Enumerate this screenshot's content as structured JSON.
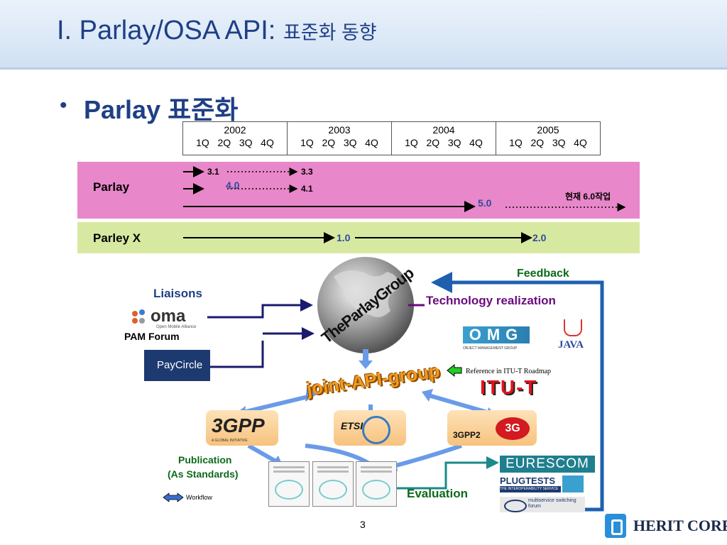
{
  "slide": {
    "title": "I. Parlay/OSA API: ",
    "title_ko": "표준화 동향",
    "bullet": "Parlay 표준화",
    "page_number": "3"
  },
  "timeline": {
    "years": [
      {
        "year": "2002",
        "quarters": "1Q   2Q   3Q   4Q"
      },
      {
        "year": "2003",
        "quarters": "1Q   2Q   3Q   4Q"
      },
      {
        "year": "2004",
        "quarters": "1Q   2Q   3Q   4Q"
      },
      {
        "year": "2005",
        "quarters": "1Q   2Q   3Q   4Q"
      }
    ]
  },
  "parlay": {
    "label": "Parlay",
    "versions": [
      "3.1",
      "3.3",
      "4.0",
      "4.1",
      "5.0"
    ],
    "current_work": "현재 6.0작업"
  },
  "parlay_x": {
    "label": "Parley X",
    "versions": [
      "1.0",
      "2.0"
    ]
  },
  "diagram": {
    "feedback": "Feedback",
    "liaisons": "Liaisons",
    "pam_forum": "PAM Forum",
    "tech_realization": "Technology realization",
    "globe_text": "TheParlayGroup",
    "joint_api_group": "joint-API-group",
    "itu_reference": "Reference in ITU-T Roadmap",
    "itu_logo": "ITU-T",
    "gpp2_label": "3GPP2",
    "publication": "Publication",
    "as_standards": "(As Standards)",
    "evaluation": "Evaluation",
    "workflow": "Workflow"
  },
  "logos": {
    "oma": "oma",
    "oma_sub": "Open Mobile Alliance",
    "paycircle": "PayCircle",
    "omg": "OMG",
    "omg_sub": "OBJECT MANAGEMENT GROUP",
    "java": "JAVA",
    "gpp": "3GPP",
    "gpp_sub": "A GLOBAL INITIATIVE",
    "etsi": "ETSI",
    "gpp2_logo": "3G",
    "eurescom": "EURESCOM",
    "plugtests": "PLUGTESTS",
    "plugtests_sub": "THE INTEROPERABILITY SERVICE",
    "msf": "multiservice switching forum",
    "herit": "HERIT CORP."
  },
  "colors": {
    "title": "#1f3f86",
    "parlay_band": "#e887c9",
    "parlayx_band": "#d7e9a1",
    "feedback_arrow": "#1f5fb0",
    "liaison_lines": "#1a1a6e",
    "workflow_arrow": "#6a9be8"
  }
}
